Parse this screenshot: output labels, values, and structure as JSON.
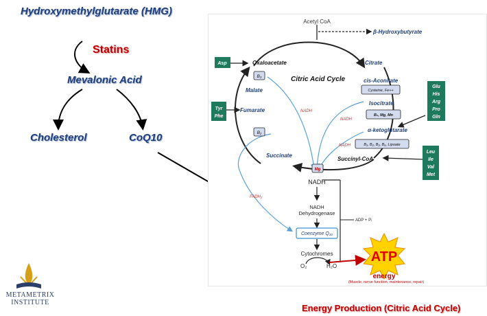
{
  "left": {
    "hmg": "Hydroxymethylglutarate (HMG)",
    "statins": "Statins",
    "mevalonic": "Mevalonic Acid",
    "cholesterol": "Cholesterol",
    "coq10": "CoQ10"
  },
  "cycle": {
    "title": "Citric Acid Cycle",
    "acetyl_coa": "Acetyl CoA",
    "hydroxybutyrate": "β-Hydroxybutyrate",
    "oxaloacetate": "Oxaloacetate",
    "citrate": "Citrate",
    "malate": "Malate",
    "cis_aconitate": "cis-Aconitate",
    "fumarate": "Fumarate",
    "isocitrate": "Isocitrate",
    "alpha_kg": "α-ketoglutarate",
    "succinate": "Succinate",
    "succinyl_coa": "Succinyl-CoA",
    "nadh": "NADH",
    "fadh2": "FADH₂",
    "nadh_dehydrogenase_1": "NADH",
    "nadh_dehydrogenase_2": "Dehydrogenase",
    "coenzyme_q10": "Coenzyme Q₁₀",
    "cytochromes": "Cytochromes",
    "o2": "O₂",
    "h2o": "H₂O",
    "adp_pi": "ADP + Pᵢ",
    "atp": "ATP",
    "energy": "energy",
    "energy_note": "(Muscle, nerve function, maintenance, repair)"
  },
  "cofactors": {
    "b3_malate": "B₃",
    "b2_succinate": "B₂",
    "cysteine_fe": "Cysteine, Fe++",
    "b3_mg_mn": "B₃, Mg, Mn",
    "b_vitamins_lipoate": "B₁, B₂, B₃, B₅, Lipoate",
    "mg": "Mg"
  },
  "amino_acids": {
    "asp": "Asp",
    "tyr_phe": [
      "Tyr",
      "Phe"
    ],
    "glu_group": [
      "Glu",
      "His",
      "Arg",
      "Pro",
      "Gln"
    ],
    "leu_group": [
      "Leu",
      "Ile",
      "Val",
      "Met"
    ]
  },
  "logo": {
    "line1": "Metametrix",
    "line2": "Institute"
  },
  "footer": "Energy Production (Citric Acid Cycle)",
  "colors": {
    "dark_blue": "#1f3f7a",
    "red": "#c00000",
    "amino_green": "#1e7a5c",
    "cofactor_fill": "#d3dbee",
    "nadh_red": "#cc3333",
    "atp_yellow": "#ffd200"
  }
}
